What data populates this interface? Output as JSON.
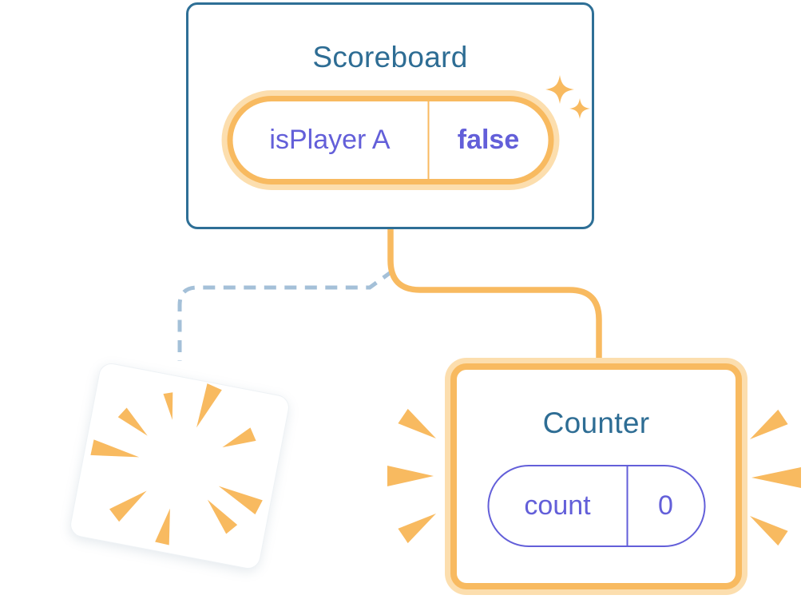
{
  "diagram": {
    "scoreboard": {
      "title": "Scoreboard",
      "state": {
        "name": "isPlayer A",
        "value": "false"
      }
    },
    "counter": {
      "title": "Counter",
      "state": {
        "name": "count",
        "value": "0"
      }
    }
  },
  "icons": {
    "sparkles": "sparkle-icon",
    "poof": "starburst-icon",
    "emphasis": "burst-marks"
  },
  "colors": {
    "card_border": "#2e6f96",
    "title": "#2e6d94",
    "state_text": "#635fd9",
    "orange": "#f8ba60",
    "orange_light": "#fcdeae",
    "dashed_line": "#a4c0d8",
    "background": "#ffffff"
  }
}
